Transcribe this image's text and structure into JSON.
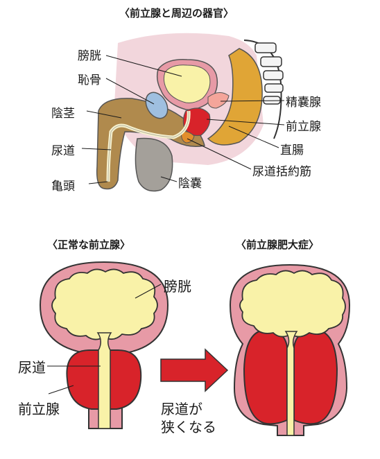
{
  "top": {
    "title": "〈前立腺と周辺の器官〉",
    "labels": {
      "bladder": "膀胱",
      "pubic_bone": "恥骨",
      "penis": "陰茎",
      "urethra": "尿道",
      "glans": "亀頭",
      "scrotum": "陰嚢",
      "seminal_vesicle": "精嚢腺",
      "prostate": "前立腺",
      "rectum": "直腸",
      "sphincter": "尿道括約筋"
    }
  },
  "normal": {
    "title": "〈正常な前立腺〉",
    "bladder": "膀胱",
    "urethra": "尿道",
    "prostate": "前立腺"
  },
  "bph": {
    "title": "〈前立腺肥大症〉"
  },
  "arrow_caption": {
    "line1": "尿道が",
    "line2": "狭くなる"
  },
  "colors": {
    "bladder_wall": "#e79aa6",
    "bladder_inner": "#f9f2a8",
    "prostate": "#d8232a",
    "arrow": "#d8232a",
    "skin": "#b08a4d",
    "rectum": "#e0a536",
    "scrotum": "#a4a09a",
    "pubic_bone": "#9fbfe0"
  }
}
